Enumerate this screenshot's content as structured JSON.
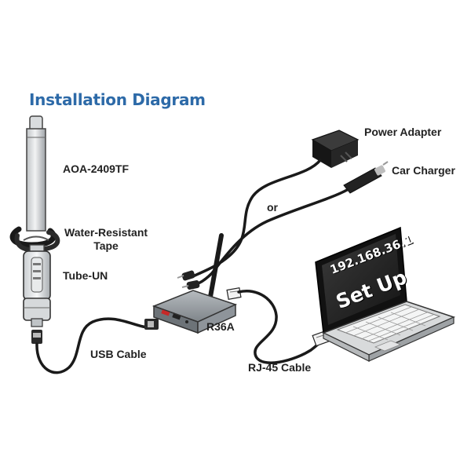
{
  "title": "Installation Diagram",
  "labels": {
    "antenna": "AOA-2409TF",
    "tape_line1": "Water-Resistant",
    "tape_line2": "Tape",
    "tube": "Tube-UN",
    "usb_cable": "USB Cable",
    "router": "R36A",
    "power_adapter": "Power Adapter",
    "car_charger": "Car Charger",
    "or": "or",
    "rj45_cable": "RJ-45 Cable"
  },
  "laptop_screen": {
    "ip": "192.168.36.1",
    "setup": "Set Up"
  },
  "colors": {
    "title": "#2d6aa8",
    "device_body": "#8e949a",
    "cable": "#1a1a1a",
    "screen": "#2a2a2a"
  }
}
